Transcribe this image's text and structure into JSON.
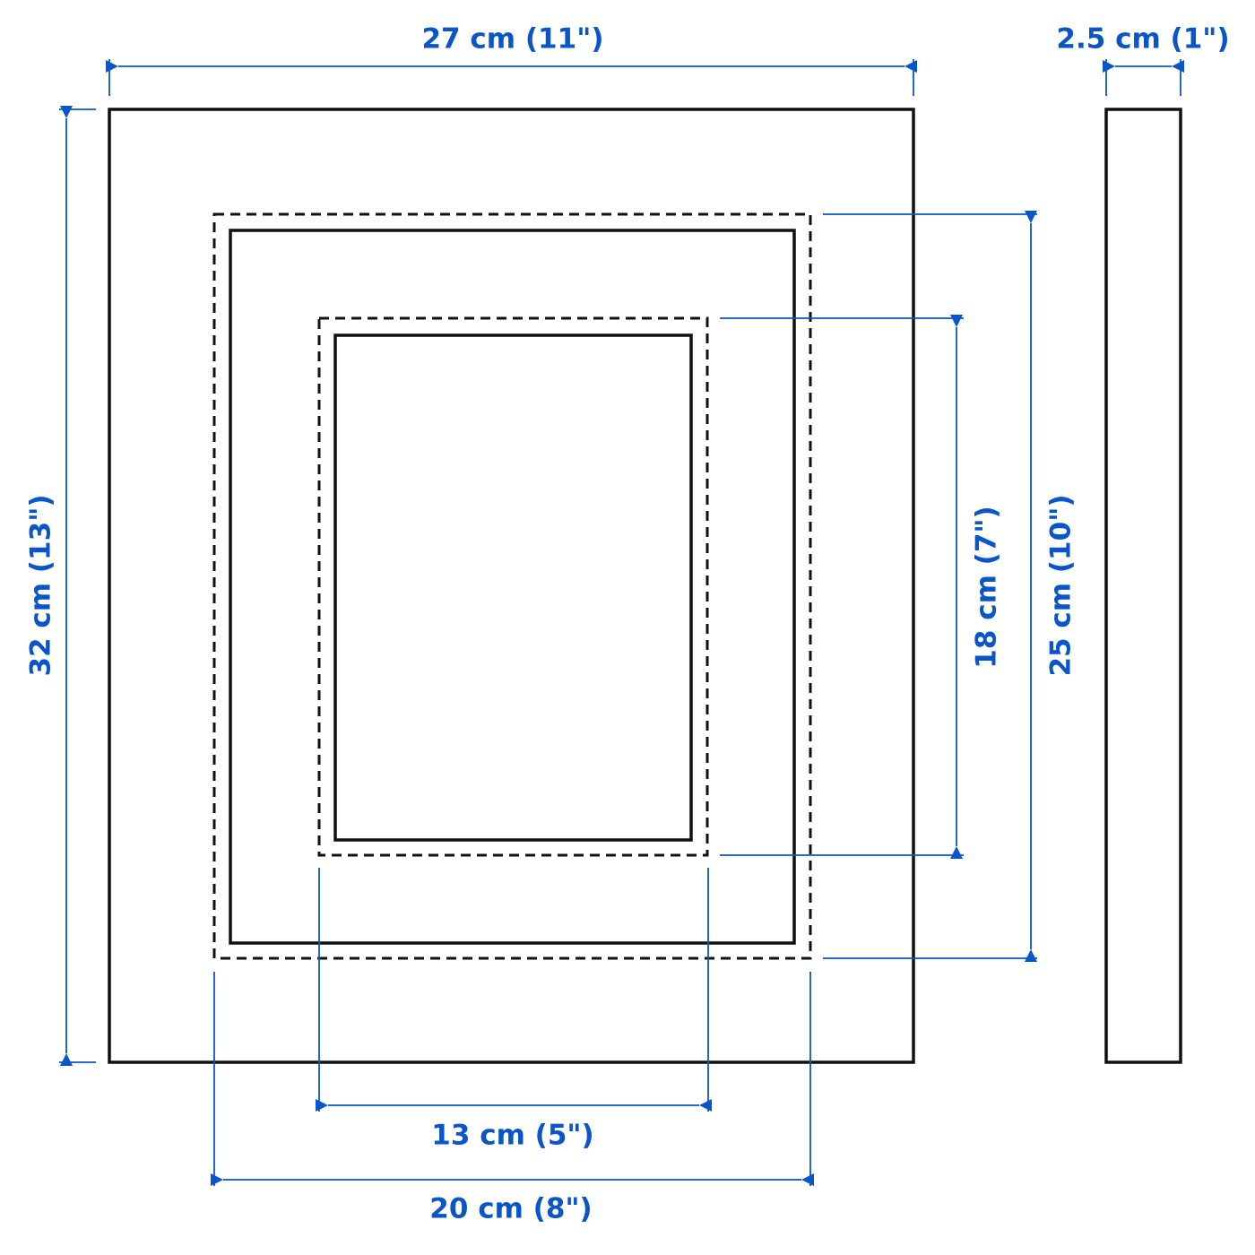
{
  "title": "Frame dimensions",
  "accent_color": "#0a55c8",
  "dimensions": {
    "outer_width": "27 cm (11\")",
    "depth": "2.5 cm (1\")",
    "outer_height": "32 cm (13\")",
    "mat_outer_height": "25 cm (10\")",
    "picture_height": "18 cm (7\")",
    "picture_width": "13 cm (5\")",
    "mat_outer_width": "20 cm (8\")"
  }
}
